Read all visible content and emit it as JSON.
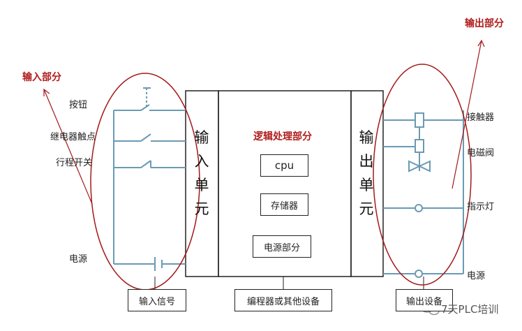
{
  "sections": {
    "input_title": "输入部分",
    "output_title": "输出部分",
    "logic_title": "逻辑处理部分"
  },
  "input_unit": [
    "输",
    "入",
    "单",
    "元"
  ],
  "output_unit": [
    "输",
    "出",
    "单",
    "元"
  ],
  "input_labels": {
    "button": "按钮",
    "relay_contact": "继电器触点",
    "travel_switch": "行程开关",
    "power": "电源"
  },
  "output_labels": {
    "contactor": "接触器",
    "solenoid_valve": "电磁阀",
    "indicator": "指示灯",
    "power": "电源"
  },
  "logic_boxes": {
    "cpu": "cpu",
    "memory": "存储器",
    "power_part": "电源部分"
  },
  "bottom_boxes": {
    "input_signal": "输入信号",
    "programmer": "编程器或其他设备",
    "output_device": "输出设备"
  },
  "watermark": "7天PLC培训",
  "colors": {
    "wire": "#6a9ab4",
    "ellipse": "#a31a1a",
    "title_red": "#b01c1c"
  }
}
